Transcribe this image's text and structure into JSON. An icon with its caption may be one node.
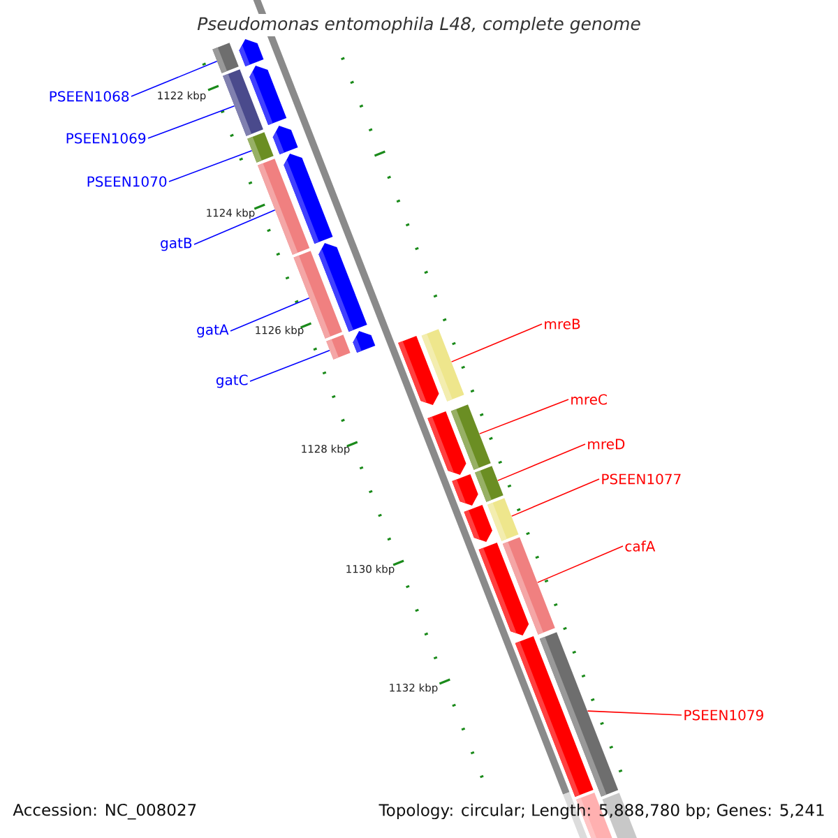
{
  "diagram": {
    "title": "Pseudomonas entomophila L48, complete genome",
    "nodes": [
      {
        "text": [
          "PSEEN1068"
        ]
      },
      {
        "text": [
          "PSEEN1069"
        ]
      },
      {
        "text": [
          "PSEEN1070"
        ]
      },
      {
        "text": [
          "gatB"
        ]
      },
      {
        "text": [
          "gatA"
        ]
      },
      {
        "text": [
          "gatC"
        ]
      },
      {
        "text": [
          "mreB"
        ]
      },
      {
        "text": [
          "mreC"
        ]
      },
      {
        "text": [
          "mreD"
        ]
      },
      {
        "text": [
          "PSEEN1077"
        ]
      },
      {
        "text": [
          "cafA"
        ]
      },
      {
        "text": [
          "PSEEN1079"
        ]
      },
      {
        "text": [],
        "shape": "bar"
      },
      {
        "text": [],
        "shape": "bar"
      },
      {
        "text": [],
        "shape": "bar"
      },
      {
        "text": [],
        "shape": "bar"
      },
      {
        "text": [],
        "shape": "bar"
      },
      {
        "text": [],
        "shape": "bar"
      },
      {
        "text": [],
        "shape": "bar"
      },
      {
        "text": [],
        "shape": "bar"
      },
      {
        "text": [],
        "shape": "bar"
      },
      {
        "text": [],
        "shape": "bar"
      },
      {
        "text": [],
        "shape": "bar"
      },
      {
        "text": [],
        "shape": "bar"
      }
    ],
    "edges": [
      {
        "from": 0,
        "to": 12,
        "arrow": "none",
        "color": "#0000ff"
      },
      {
        "from": 1,
        "to": 13,
        "arrow": "none",
        "color": "#0000ff"
      },
      {
        "from": 2,
        "to": 14,
        "arrow": "none",
        "color": "#0000ff"
      },
      {
        "from": 3,
        "to": 15,
        "arrow": "none",
        "color": "#0000ff"
      },
      {
        "from": 4,
        "to": 16,
        "arrow": "none",
        "color": "#0000ff"
      },
      {
        "from": 5,
        "to": 17,
        "arrow": "none",
        "color": "#0000ff"
      },
      {
        "from": 6,
        "to": 18,
        "arrow": "none",
        "color": "#ff0000"
      },
      {
        "from": 7,
        "to": 19,
        "arrow": "none",
        "color": "#ff0000"
      },
      {
        "from": 8,
        "to": 20,
        "arrow": "none",
        "color": "#ff0000"
      },
      {
        "from": 9,
        "to": 21,
        "arrow": "none",
        "color": "#ff0000"
      },
      {
        "from": 10,
        "to": 22,
        "arrow": "none",
        "color": "#ff0000"
      },
      {
        "from": 11,
        "to": 23,
        "arrow": "none",
        "color": "#ff0000"
      }
    ],
    "labels": [
      "1122 kbp",
      "1124 kbp",
      "1126 kbp",
      "1128 kbp",
      "1130 kbp",
      "1132 kbp",
      "Accession: NC_008027",
      "Topology: circular; Length: 5,888,780 bp; Genes: 5,241"
    ]
  }
}
